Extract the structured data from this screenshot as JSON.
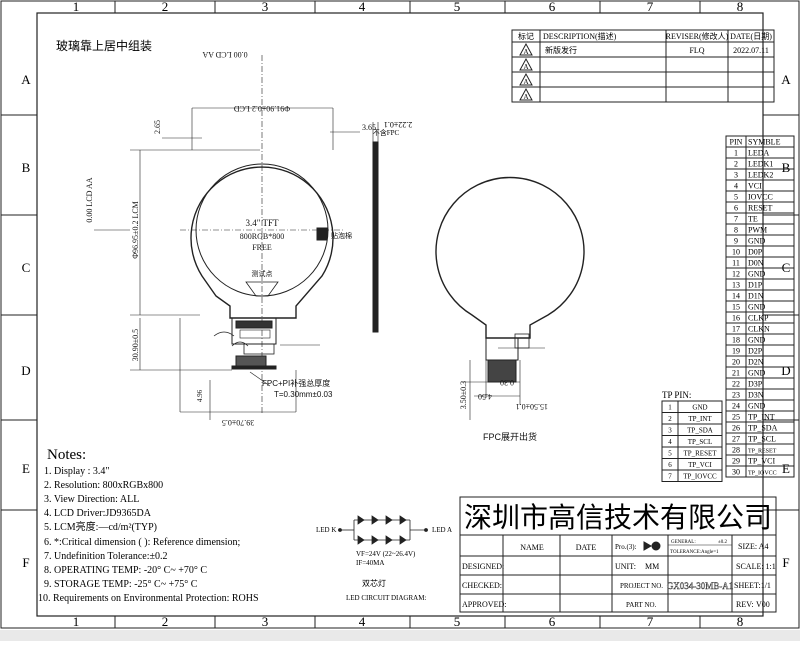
{
  "frame": {
    "columns": [
      "1",
      "2",
      "3",
      "4",
      "5",
      "6",
      "7",
      "8"
    ],
    "rows": [
      "A",
      "B",
      "C",
      "D",
      "E",
      "F"
    ]
  },
  "drawing_title": "玻璃靠上居中组装",
  "revision_table": {
    "headers": [
      "标记",
      "DESCRIPTION(描述)",
      "REVISER(修改人)",
      "DATE(日期)"
    ],
    "rows": [
      {
        "mark": "A",
        "description": "新版发行",
        "reviser": "FLQ",
        "date": "2022.07.11"
      },
      {
        "mark": "A",
        "description": "",
        "reviser": "",
        "date": ""
      },
      {
        "mark": "A",
        "description": "",
        "reviser": "",
        "date": ""
      },
      {
        "mark": "A",
        "description": "",
        "reviser": "",
        "date": ""
      }
    ]
  },
  "front_view": {
    "dim_top_lcd_aa": "0.00 LCD AA",
    "dim_width_lcd": "Φ91.90±0.2 LCD",
    "dim_left_offset": "2.65",
    "dim_right_offset": "3.65",
    "dim_height_lcd": "Φ96.95±0.2 LCM",
    "dim_side_lcd_aa": "0.00 LCD AA",
    "center_label_1": "3.4\"  TFT",
    "center_label_2": "800RGB*800",
    "center_label_3": "FREE",
    "marker_label": "测试点",
    "foam_label": "贴泡棉",
    "dim_fpc_height": "30.90±0.5",
    "dim_bottom_width": "39.70±0.5",
    "dim_small": "4.96",
    "fpc_note_1": "FPC+PI补强总厚度",
    "fpc_note_2": "T=0.30mm±0.03"
  },
  "side_view": {
    "dim_thickness": "2.22±0.1",
    "note": "不含FPC"
  },
  "back_view": {
    "dim_a": "0.30",
    "dim_b": "4.50",
    "dim_c": "15.50±0.1",
    "dim_d": "3.50±0.3",
    "caption": "FPC展开出货"
  },
  "pin_table": {
    "headers": [
      "PIN",
      "SYMBLE"
    ],
    "rows": [
      [
        "1",
        "LEDA"
      ],
      [
        "2",
        "LEDK1"
      ],
      [
        "3",
        "LEDK2"
      ],
      [
        "4",
        "VCI"
      ],
      [
        "5",
        "IOVCC"
      ],
      [
        "6",
        "RESET"
      ],
      [
        "7",
        "TE"
      ],
      [
        "8",
        "PWM"
      ],
      [
        "9",
        "GND"
      ],
      [
        "10",
        "D0P"
      ],
      [
        "11",
        "D0N"
      ],
      [
        "12",
        "GND"
      ],
      [
        "13",
        "D1P"
      ],
      [
        "14",
        "D1N"
      ],
      [
        "15",
        "GND"
      ],
      [
        "16",
        "CLKP"
      ],
      [
        "17",
        "CLKN"
      ],
      [
        "18",
        "GND"
      ],
      [
        "19",
        "D2P"
      ],
      [
        "20",
        "D2N"
      ],
      [
        "21",
        "GND"
      ],
      [
        "22",
        "D3P"
      ],
      [
        "23",
        "D3N"
      ],
      [
        "24",
        "GND"
      ],
      [
        "25",
        "TP_INT"
      ],
      [
        "26",
        "TP_SDA"
      ],
      [
        "27",
        "TP_SCL"
      ],
      [
        "28",
        "TP_RESET"
      ],
      [
        "29",
        "TP_VCI"
      ],
      [
        "30",
        "TP_IOVCC"
      ]
    ]
  },
  "tp_pin": {
    "title": "TP PIN:",
    "rows": [
      [
        "1",
        "GND"
      ],
      [
        "2",
        "TP_INT"
      ],
      [
        "3",
        "TP_SDA"
      ],
      [
        "4",
        "TP_SCL"
      ],
      [
        "5",
        "TP_RESET"
      ],
      [
        "6",
        "TP_VCI"
      ],
      [
        "7",
        "TP_IOVCC"
      ]
    ]
  },
  "notes": {
    "title": "Notes:",
    "items": [
      "1. Display : 3.4\"",
      "2. Resolution: 800xRGBx800",
      "3. View Direction: ALL",
      "4. LCD Driver:JD9365DA",
      "5. LCM亮度:—cd/m²(TYP)",
      "6. *:Critical dimension  ( ): Reference dimension;",
      "7. Undefinition Tolerance:±0.2",
      "8. OPERATING TEMP: -20° C~ +70° C",
      "9. STORAGE TEMP: -25° C~ +75° C",
      "10. Requirements on Environmental Protection: ROHS"
    ]
  },
  "led_circuit": {
    "led_k": "LED K",
    "led_a": "LED A",
    "spec_1": "VF=24V (22~26.4V)",
    "spec_2": "IF=40MA",
    "label": "双芯灯",
    "caption": "LED CIRCUIT DIAGRAM:"
  },
  "title_block": {
    "company": "深圳市高信技术有限公司",
    "name_h": "NAME",
    "date_h": "DATE",
    "projection": "Pro.(3):",
    "general": "GENERAL:",
    "general_val": "±0.2",
    "tolerance": "TOLERANCE:Angle=1",
    "size": "SIZE: A4",
    "designed": "DESIGNED:",
    "unit": "UNIT:",
    "unit_val": "MM",
    "scale": "SCALE: 1:1",
    "checked": "CHECKED:",
    "project_no": "PROJECT NO.",
    "project_val": "GX034-30MB-A1",
    "sheet": "SHEET:1/1",
    "approved": "APPROVED:",
    "part_no": "PART NO.",
    "rev": "REV:",
    "rev_val": "V00"
  }
}
